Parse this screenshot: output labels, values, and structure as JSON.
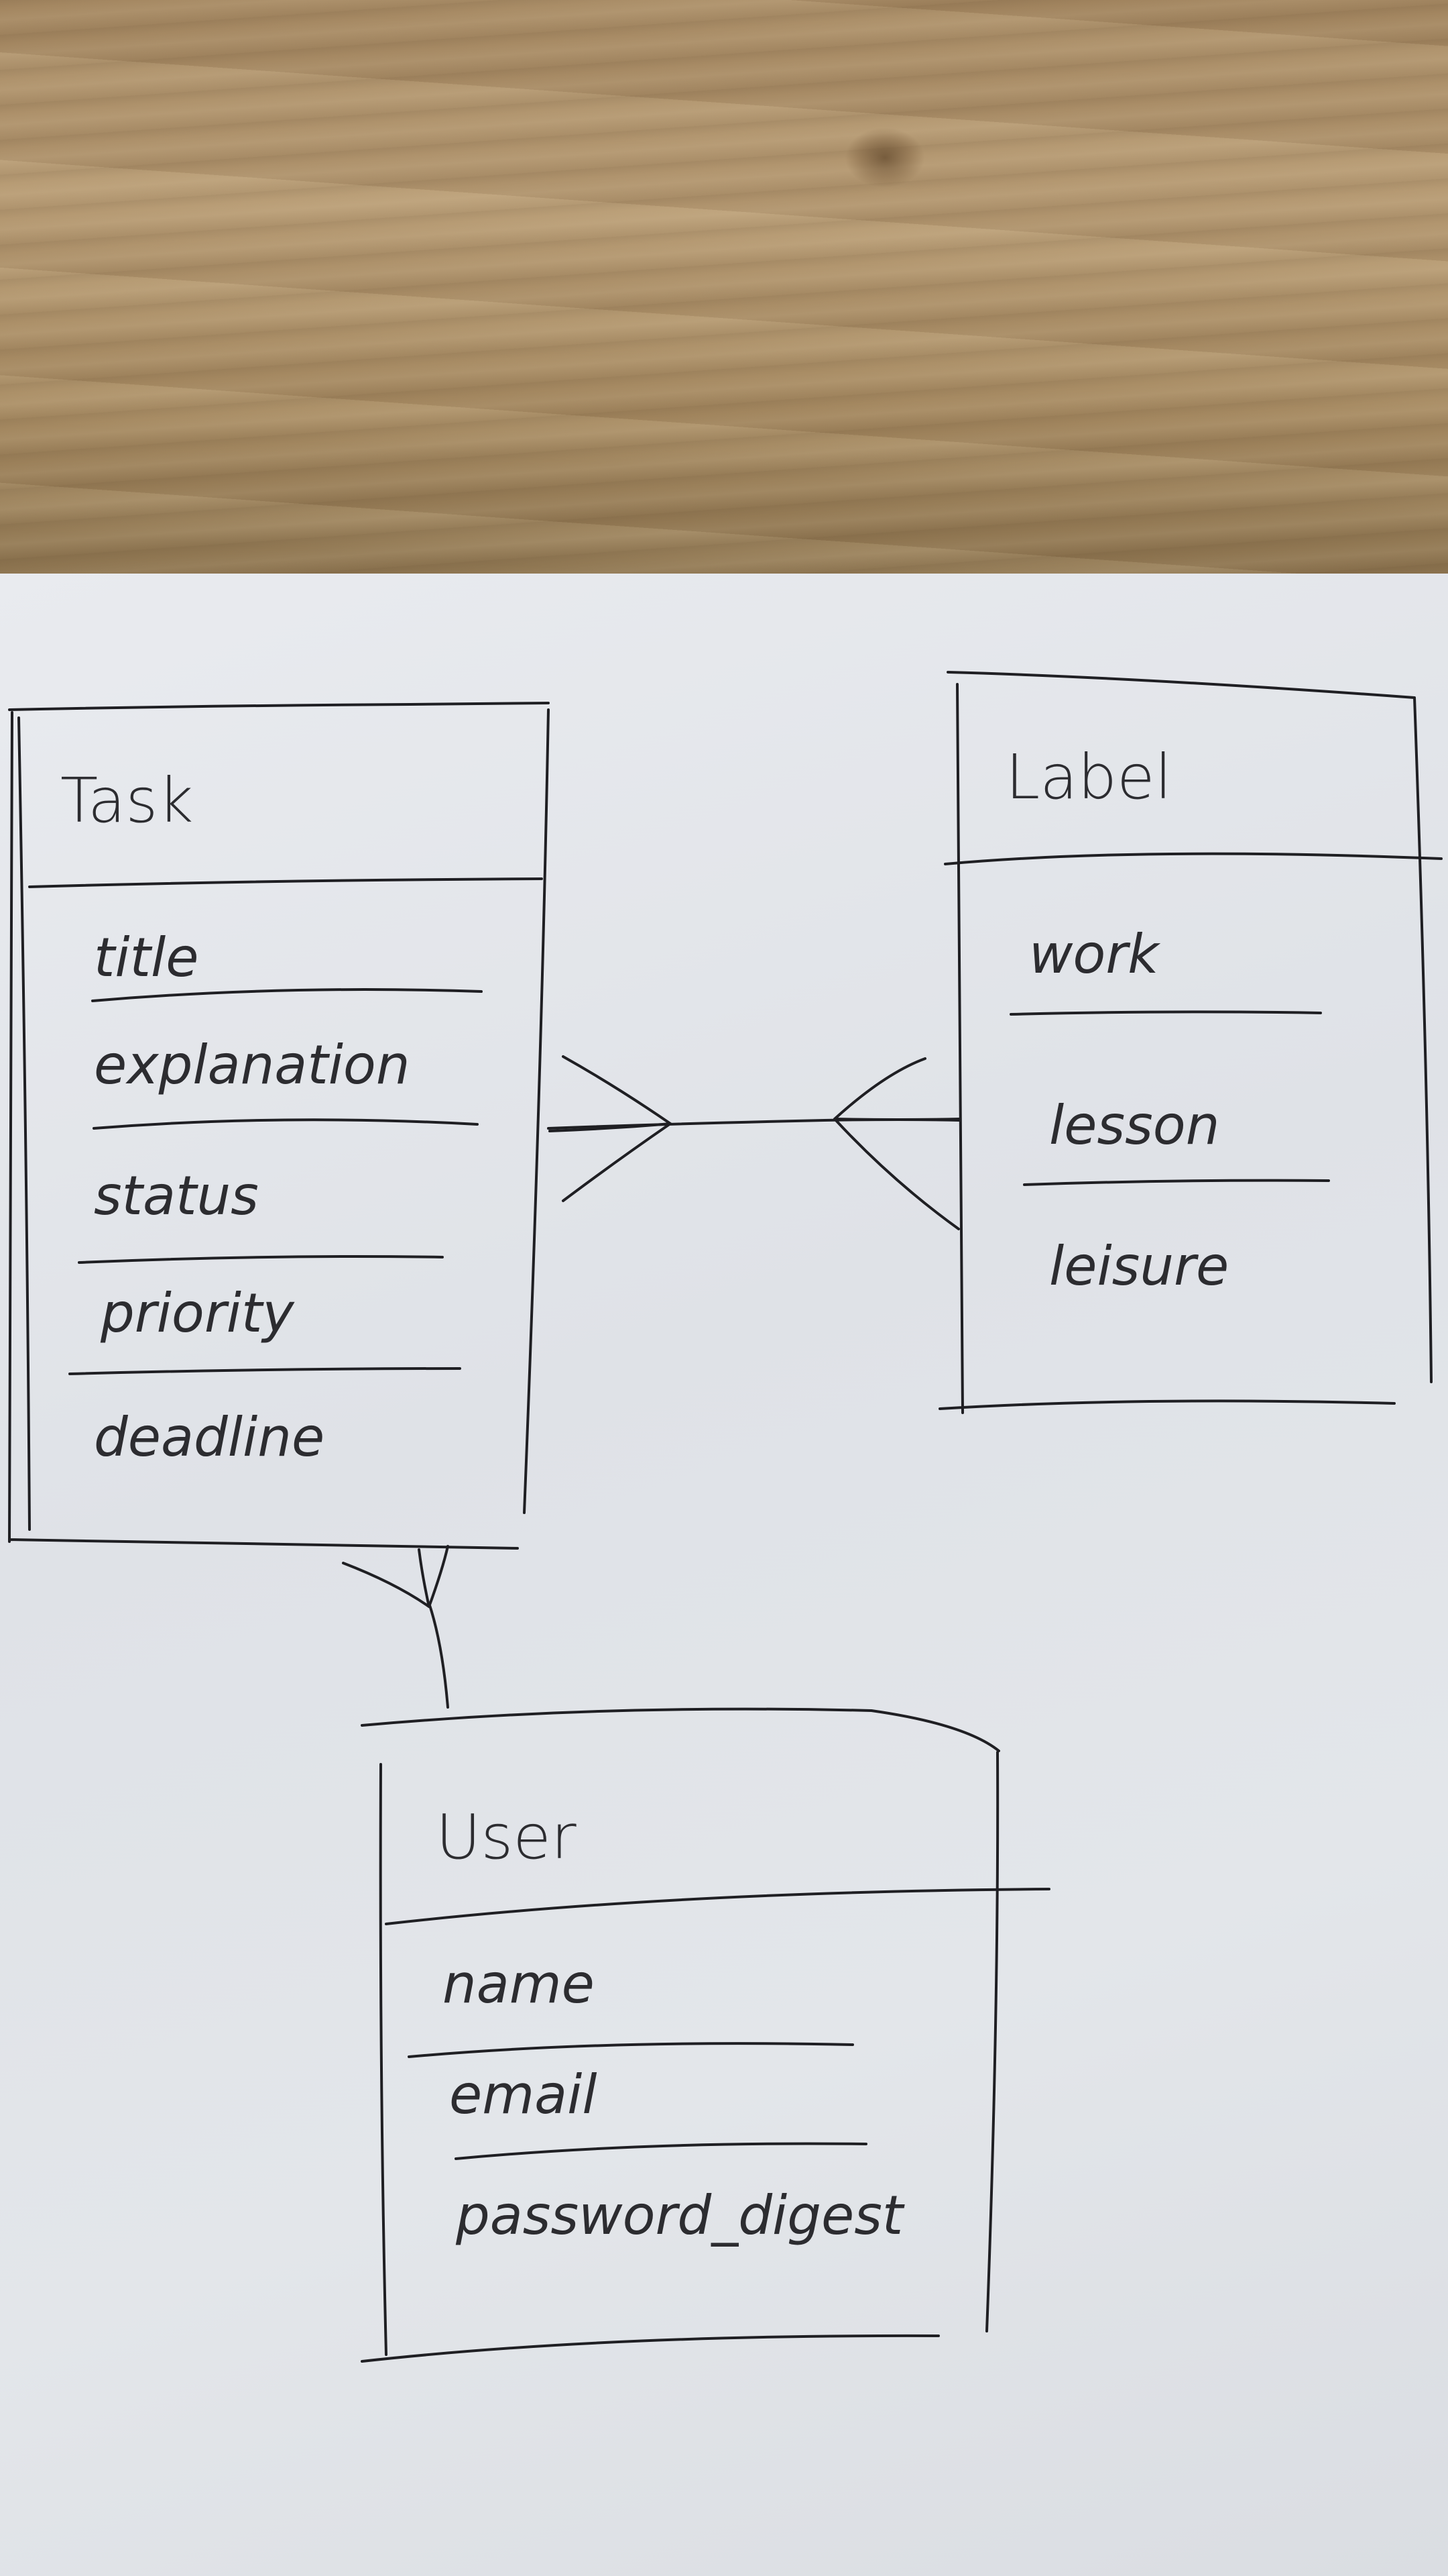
{
  "diagram": {
    "type": "entity-relationship",
    "entities": [
      {
        "name": "Task",
        "attributes": [
          "title",
          "explanation",
          "status",
          "priority",
          "deadline"
        ]
      },
      {
        "name": "Label",
        "attributes": [
          "work",
          "lesson",
          "leisure"
        ]
      },
      {
        "name": "User",
        "attributes": [
          "name",
          "email",
          "password_digest"
        ]
      }
    ],
    "relationships": [
      {
        "from": "Task",
        "to": "Label",
        "cardinality": "many-to-many"
      },
      {
        "from": "User",
        "to": "Task",
        "cardinality": "one-to-many"
      }
    ]
  }
}
